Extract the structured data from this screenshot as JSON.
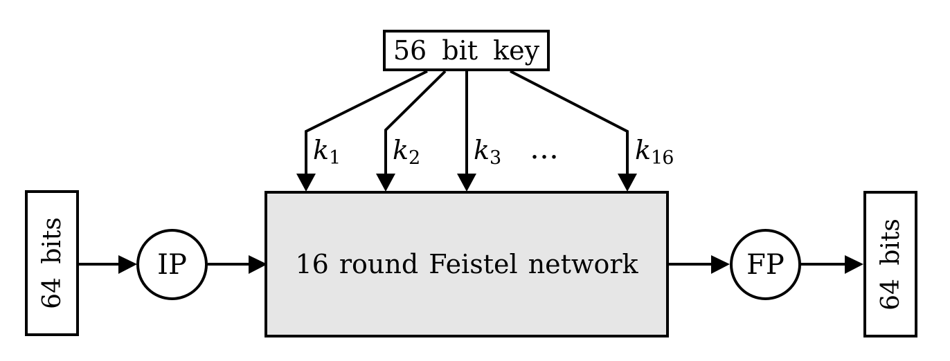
{
  "diagram": {
    "background_color": "#ffffff",
    "line_color": "#000000",
    "key_box": {
      "label": "56 bit key"
    },
    "feistel_box": {
      "label": "16 round Feistel network",
      "fill_color": "#e6e6e6"
    },
    "input_box": {
      "label": "64 bits"
    },
    "output_box": {
      "label": "64 bits"
    },
    "ip_node": {
      "label": "IP"
    },
    "fp_node": {
      "label": "FP"
    },
    "subkey_labels": [
      {
        "base": "k",
        "sub": "1"
      },
      {
        "base": "k",
        "sub": "2"
      },
      {
        "base": "k",
        "sub": "3"
      },
      {
        "base": "k",
        "sub": "16"
      }
    ],
    "ellipsis": "…"
  }
}
